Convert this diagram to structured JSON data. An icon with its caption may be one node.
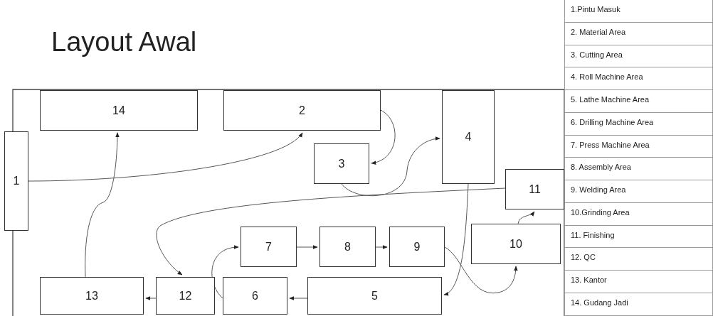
{
  "diagram": {
    "title": "Layout Awal",
    "nodes": [
      {
        "text": [
          "1"
        ]
      },
      {
        "text": [
          "2"
        ]
      },
      {
        "text": [
          "3"
        ]
      },
      {
        "text": [
          "4"
        ]
      },
      {
        "text": [
          "5"
        ]
      },
      {
        "text": [
          "6"
        ]
      },
      {
        "text": [
          "7"
        ]
      },
      {
        "text": [
          "8"
        ]
      },
      {
        "text": [
          "9"
        ]
      },
      {
        "text": [
          "10"
        ]
      },
      {
        "text": [
          "11"
        ]
      },
      {
        "text": [
          "12"
        ]
      },
      {
        "text": [
          "13"
        ]
      },
      {
        "text": [
          "14"
        ]
      }
    ],
    "edges": [
      {
        "from": 0,
        "to": 1,
        "arrow": "to"
      },
      {
        "from": 1,
        "to": 2,
        "arrow": "to"
      },
      {
        "from": 2,
        "to": 3,
        "arrow": "to"
      },
      {
        "from": 3,
        "to": 4,
        "arrow": "to"
      },
      {
        "from": 4,
        "to": 5,
        "arrow": "to"
      },
      {
        "from": 5,
        "to": 6,
        "arrow": "to"
      },
      {
        "from": 6,
        "to": 7,
        "arrow": "to"
      },
      {
        "from": 7,
        "to": 8,
        "arrow": "to"
      },
      {
        "from": 8,
        "to": 9,
        "arrow": "to"
      },
      {
        "from": 9,
        "to": 10,
        "arrow": "to"
      },
      {
        "from": 10,
        "to": 11,
        "arrow": "to"
      },
      {
        "from": 11,
        "to": 12,
        "arrow": "to"
      },
      {
        "from": 12,
        "to": 13,
        "arrow": "to"
      }
    ],
    "labels": [
      "1.Pintu Masuk",
      "2. Material Area",
      "3. Cutting Area",
      "4. Roll Machine Area",
      "5. Lathe Machine Area",
      "6. Drilling Machine Area",
      "7. Press Machine Area",
      "8. Assembly Area",
      "9. Welding Area",
      "10.Grinding Area",
      "11. Finishing",
      "12. QC",
      "13. Kantor",
      "14. Gudang Jadi"
    ]
  }
}
